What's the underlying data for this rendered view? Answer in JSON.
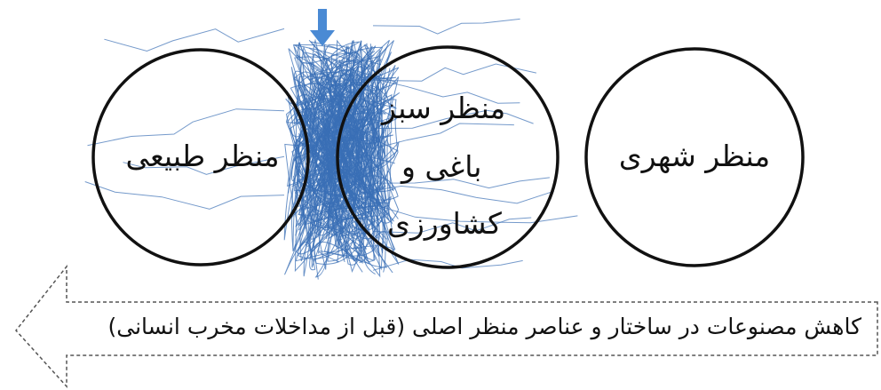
{
  "circles": {
    "left": {
      "label": "منظر طبیعی"
    },
    "middle": {
      "line1": "منظر سبز",
      "line2": "باغی و",
      "line3": "کشاورزی"
    },
    "right": {
      "label": "منظر شهری"
    }
  },
  "arrow": {
    "caption": "کاهش مصنوعات در ساختار و عناصر منظر اصلی (قبل از مداخلات مخرب انسانی)"
  },
  "colors": {
    "outline": "#111111",
    "scribble": "#3a6fb5",
    "pointer": "#4a8ad4",
    "frame": "#555555"
  },
  "icons": {
    "pointer": "down-arrow-icon"
  }
}
